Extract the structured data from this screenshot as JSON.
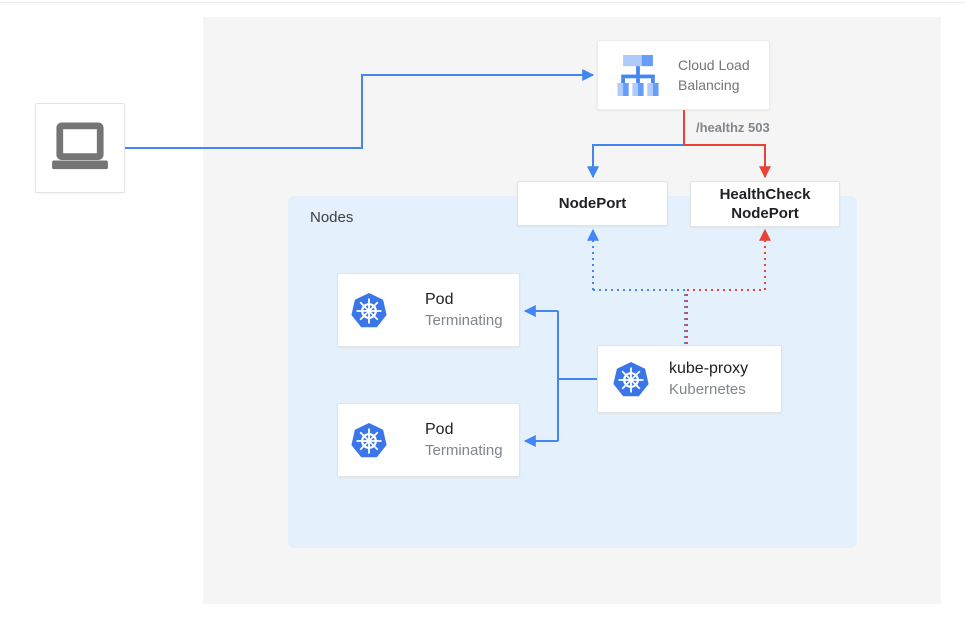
{
  "colors": {
    "blue": "#4285f4",
    "red": "#ea4335",
    "panel_bg": "#f5f5f5",
    "nodes_bg": "#e4f0fb",
    "kubernetes_blue": "#3b76e8",
    "icon_gray": "#757575",
    "text_dark": "#202124",
    "text_gray": "#80868b",
    "lb_light": "#aecbfa",
    "lb_mid": "#669df6",
    "lb_dark": "#4285f4"
  },
  "diagram": {
    "client": {
      "icon": "laptop-icon"
    },
    "load_balancer": {
      "line1": "Cloud Load",
      "line2": "Balancing",
      "icon": "cloud-load-balancing-icon"
    },
    "health_check_label": "/healthz 503",
    "nodeport_label": "NodePort",
    "healthcheck_nodeport": {
      "line1": "HealthCheck",
      "line2": "NodePort"
    },
    "nodes_group_label": "Nodes",
    "pod1": {
      "title": "Pod",
      "status": "Terminating",
      "icon": "kubernetes-icon"
    },
    "pod2": {
      "title": "Pod",
      "status": "Terminating",
      "icon": "kubernetes-icon"
    },
    "kube_proxy": {
      "title": "kube-proxy",
      "subtitle": "Kubernetes",
      "icon": "kubernetes-icon"
    }
  }
}
